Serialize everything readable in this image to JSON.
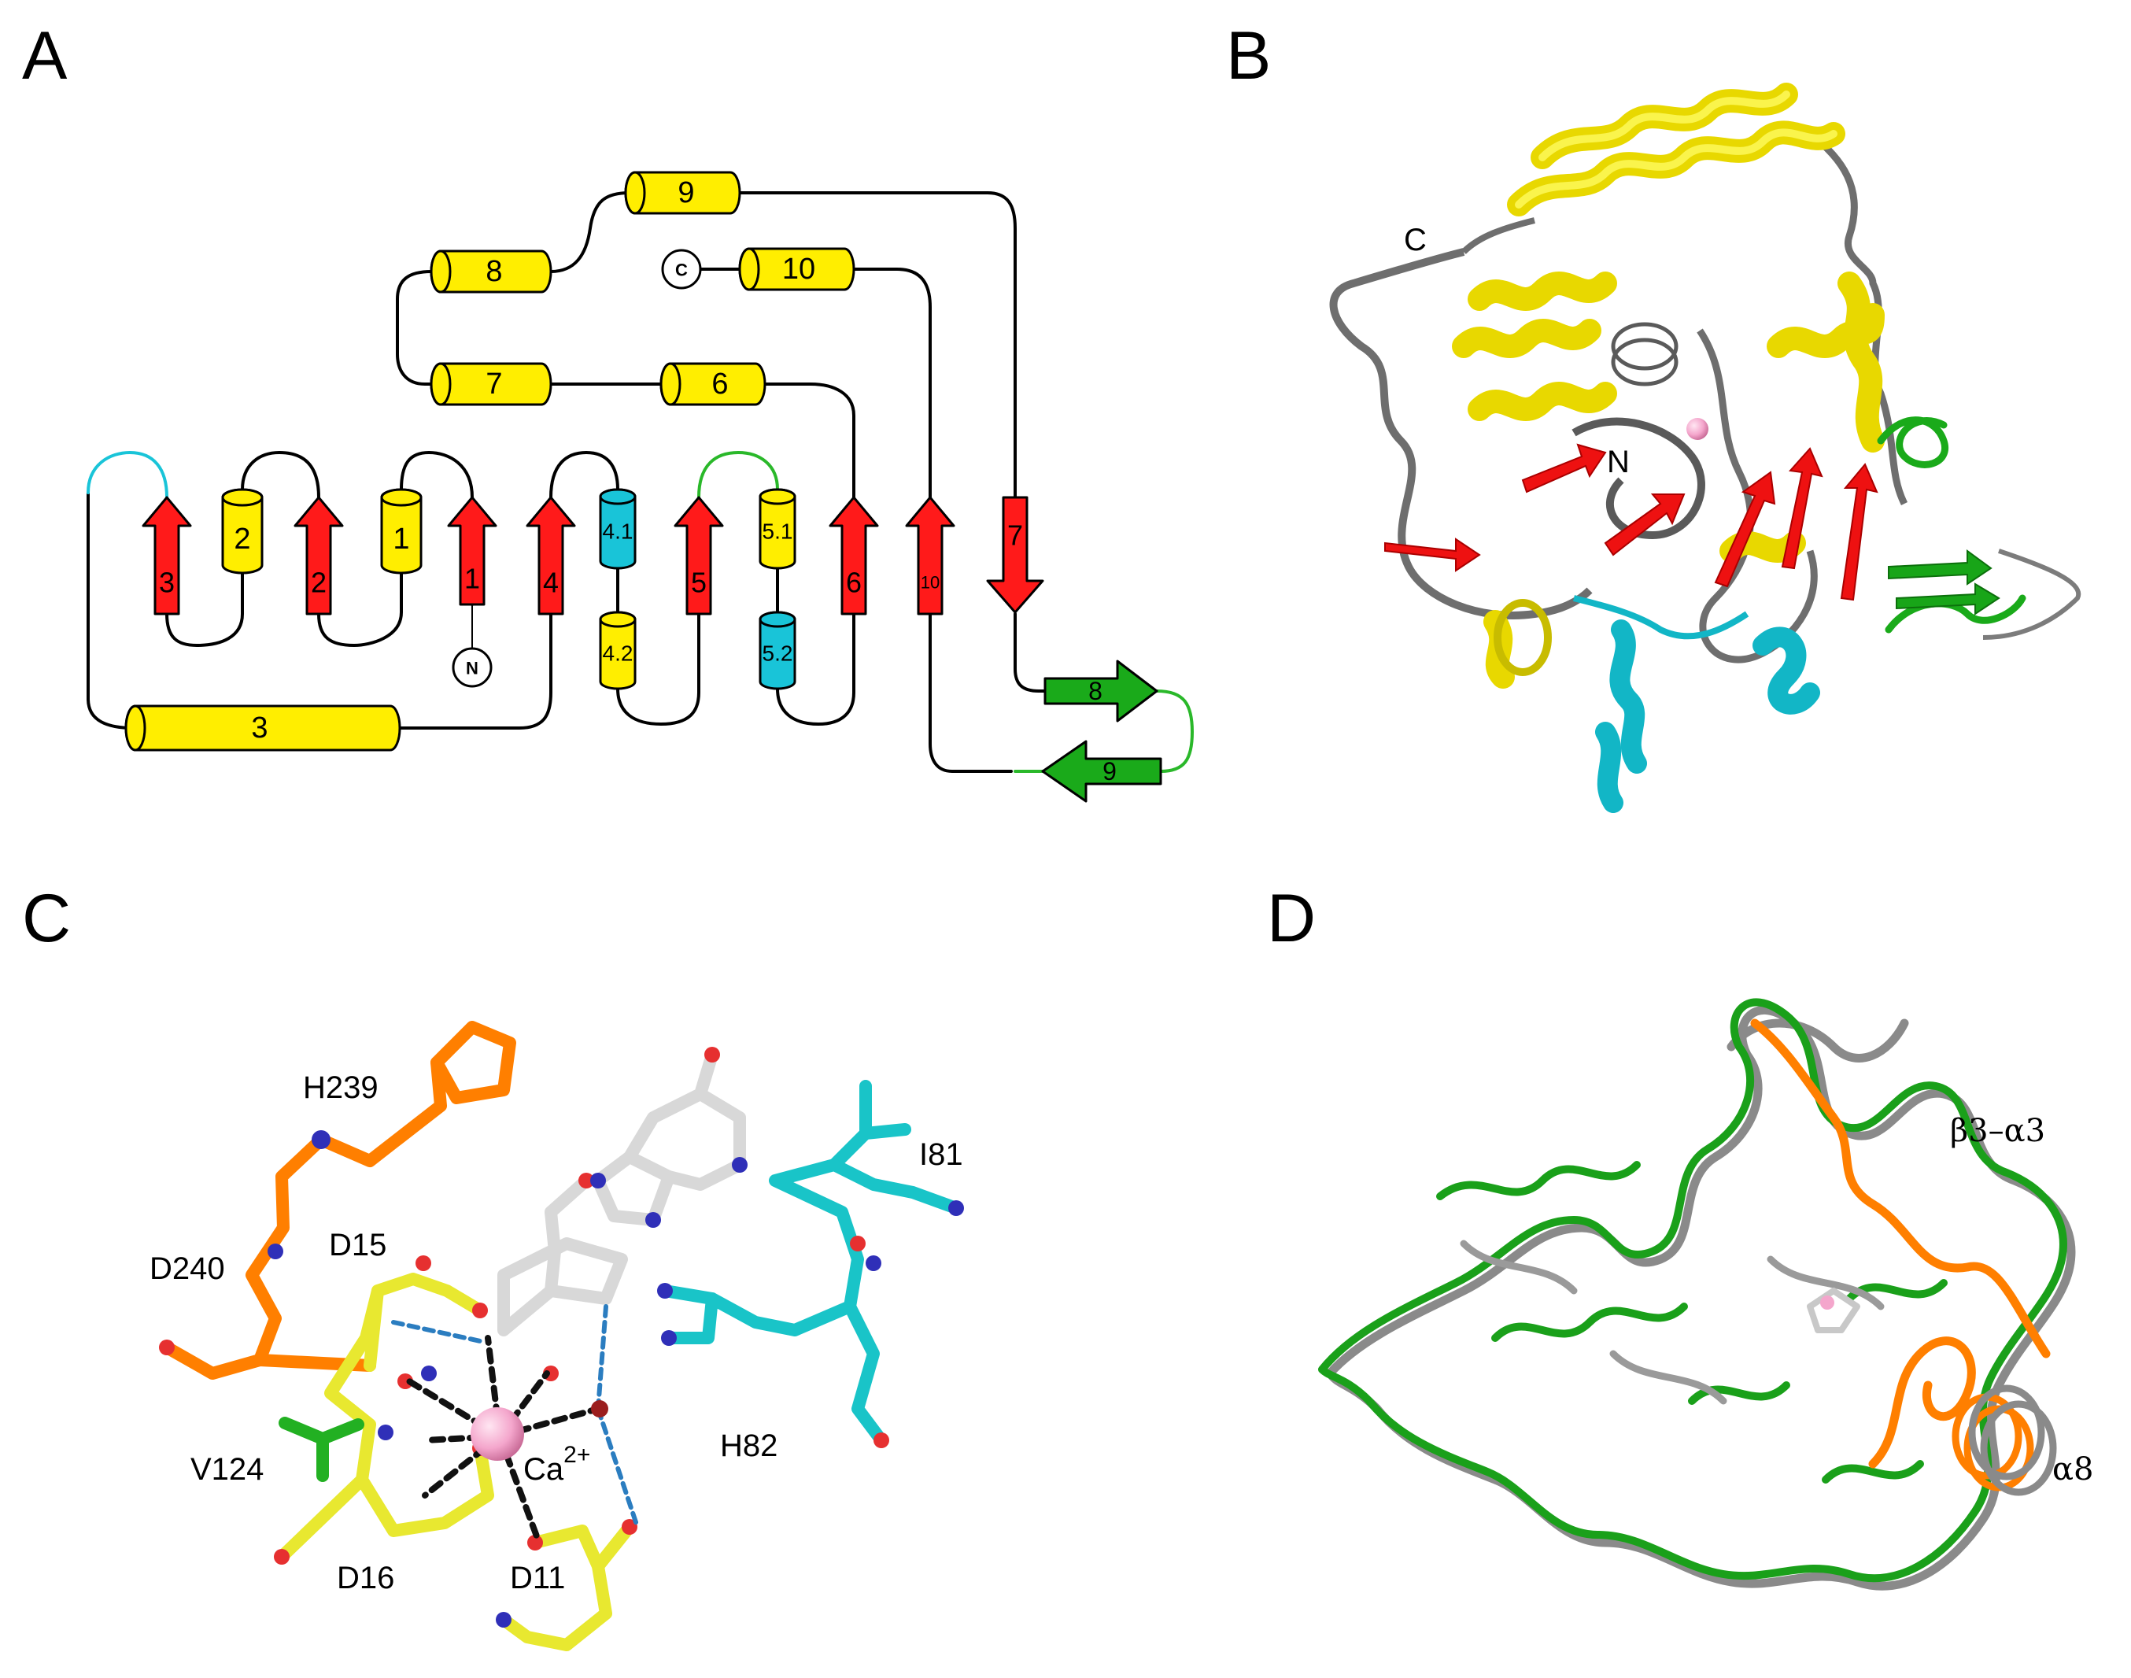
{
  "panels": {
    "a": "A",
    "b": "B",
    "c": "C",
    "d": "D"
  },
  "topology": {
    "strands": [
      {
        "id": "s3",
        "label": "3",
        "color": "#ff1a1a"
      },
      {
        "id": "s2",
        "label": "2",
        "color": "#ff1a1a"
      },
      {
        "id": "s1",
        "label": "1",
        "color": "#ff1a1a"
      },
      {
        "id": "s4",
        "label": "4",
        "color": "#ff1a1a"
      },
      {
        "id": "s5",
        "label": "5",
        "color": "#ff1a1a"
      },
      {
        "id": "s6",
        "label": "6",
        "color": "#ff1a1a"
      },
      {
        "id": "s10",
        "label": "10",
        "color": "#ff1a1a"
      },
      {
        "id": "s7",
        "label": "7",
        "color": "#ff1a1a"
      },
      {
        "id": "s8",
        "label": "8",
        "color": "#1aaa1a"
      },
      {
        "id": "s9",
        "label": "9",
        "color": "#1aaa1a"
      }
    ],
    "helices": [
      {
        "id": "h2",
        "label": "2",
        "color": "#ffee00"
      },
      {
        "id": "h1",
        "label": "1",
        "color": "#ffee00"
      },
      {
        "id": "h41",
        "label": "4.1",
        "color": "#1ac8d6"
      },
      {
        "id": "h42",
        "label": "4.2",
        "color": "#ffee00"
      },
      {
        "id": "h51",
        "label": "5.1",
        "color": "#ffee00"
      },
      {
        "id": "h52",
        "label": "5.2",
        "color": "#1ac8d6"
      },
      {
        "id": "h3",
        "label": "3",
        "color": "#ffee00"
      },
      {
        "id": "h6",
        "label": "6",
        "color": "#ffee00"
      },
      {
        "id": "h7",
        "label": "7",
        "color": "#ffee00"
      },
      {
        "id": "h8",
        "label": "8",
        "color": "#ffee00"
      },
      {
        "id": "h9",
        "label": "9",
        "color": "#ffee00"
      },
      {
        "id": "h10",
        "label": "10",
        "color": "#ffee00"
      }
    ],
    "n_term": "N",
    "c_term": "C"
  },
  "structure_b": {
    "n_label": "N",
    "c_label": "C"
  },
  "site_c": {
    "h239": "H239",
    "d15": "D15",
    "d240": "D240",
    "v124": "V124",
    "d16": "D16",
    "d11": "D11",
    "i81": "I81",
    "h82": "H82",
    "ion": "Ca",
    "ion_charge": "2+"
  },
  "overlay_d": {
    "loop": "β3–α3",
    "helix": "α8"
  },
  "colors": {
    "strand": "#ff1a1a",
    "helix": "#ffee00",
    "cyan": "#1ac8d6",
    "green": "#1aaa1a",
    "orange": "#ff7f00",
    "gray": "#7f7f7f",
    "calcium": "#f4a6cc"
  }
}
